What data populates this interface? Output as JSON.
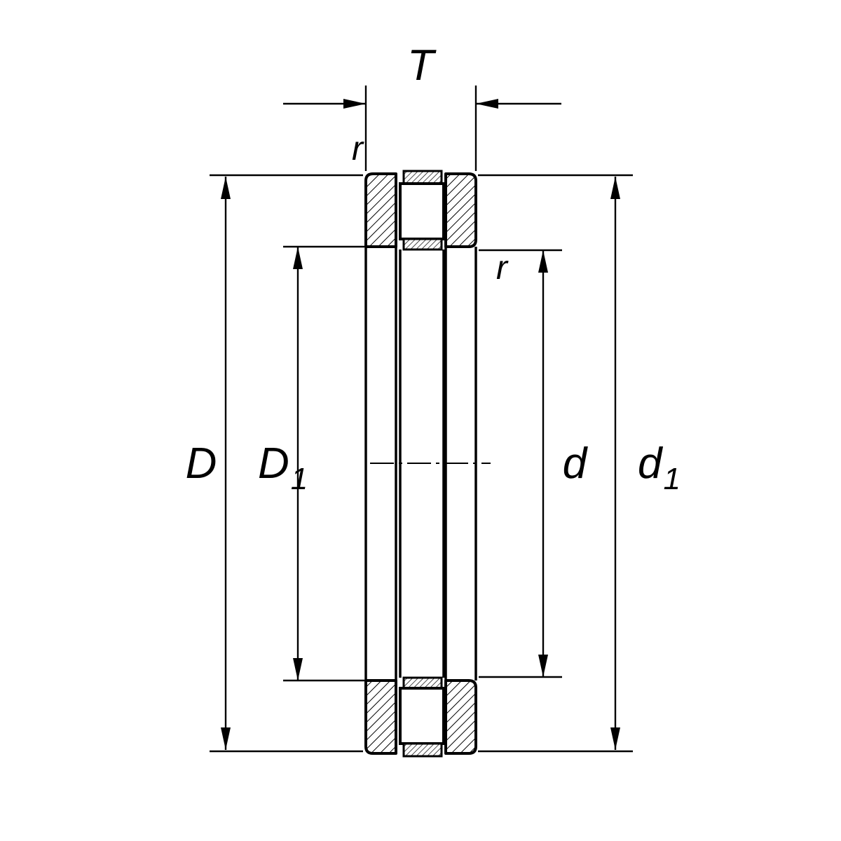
{
  "colors": {
    "ink": "#000000",
    "background": "#ffffff"
  },
  "labels": {
    "T": "T",
    "r_top": "r",
    "r_right": "r",
    "D": "D",
    "D1_main": "D",
    "D1_sub": "1",
    "d": "d",
    "d1_main": "d",
    "d1_sub": "1"
  }
}
